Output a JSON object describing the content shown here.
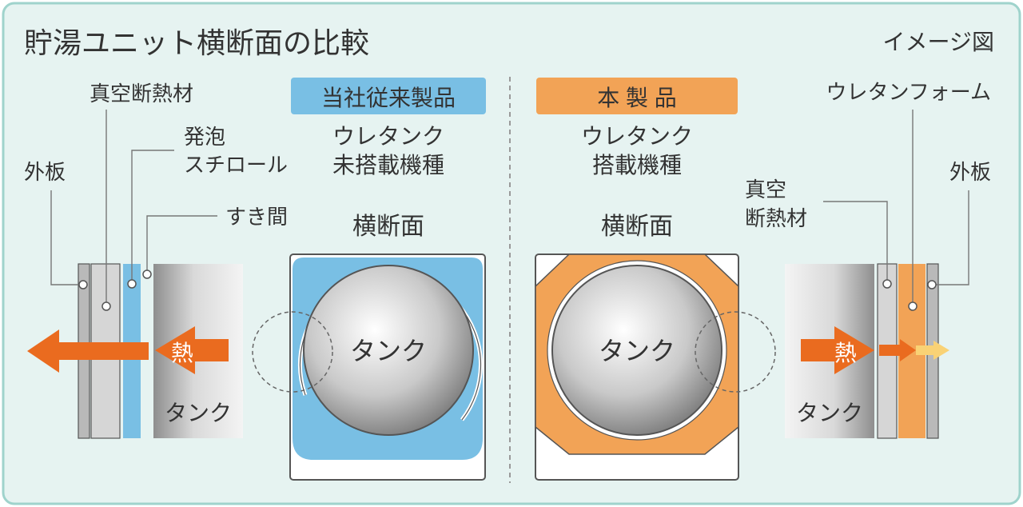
{
  "title": "貯湯ユニット横断面の比較",
  "image_note": "イメージ図",
  "left": {
    "badge": "当社従来製品",
    "desc_line1": "ウレタンク",
    "desc_line2": "未搭載機種",
    "section_label": "横断面",
    "tank_label_round": "タンク",
    "tank_label_wall": "タンク",
    "heat_label": "熱",
    "callouts": {
      "vacuum_insulation": "真空断熱材",
      "styrofoam_line1": "発泡",
      "styrofoam_line2": "スチロール",
      "gap": "すき間",
      "outer_plate": "外板"
    }
  },
  "right": {
    "badge": "本 製 品",
    "desc_line1": "ウレタンク",
    "desc_line2": "搭載機種",
    "section_label": "横断面",
    "tank_label_round": "タンク",
    "tank_label_wall": "タンク",
    "heat_label": "熱",
    "callouts": {
      "vacuum_line1": "真空",
      "vacuum_line2": "断熱材",
      "urethane_foam": "ウレタンフォーム",
      "outer_plate": "外板"
    }
  },
  "colors": {
    "background": "#e6f3f1",
    "border": "#9fd3cc",
    "blue": "#79bfe4",
    "orange": "#f2a356",
    "arrow_orange": "#ea6b1f",
    "arrow_yellow": "#f9d275",
    "text": "#333333"
  }
}
